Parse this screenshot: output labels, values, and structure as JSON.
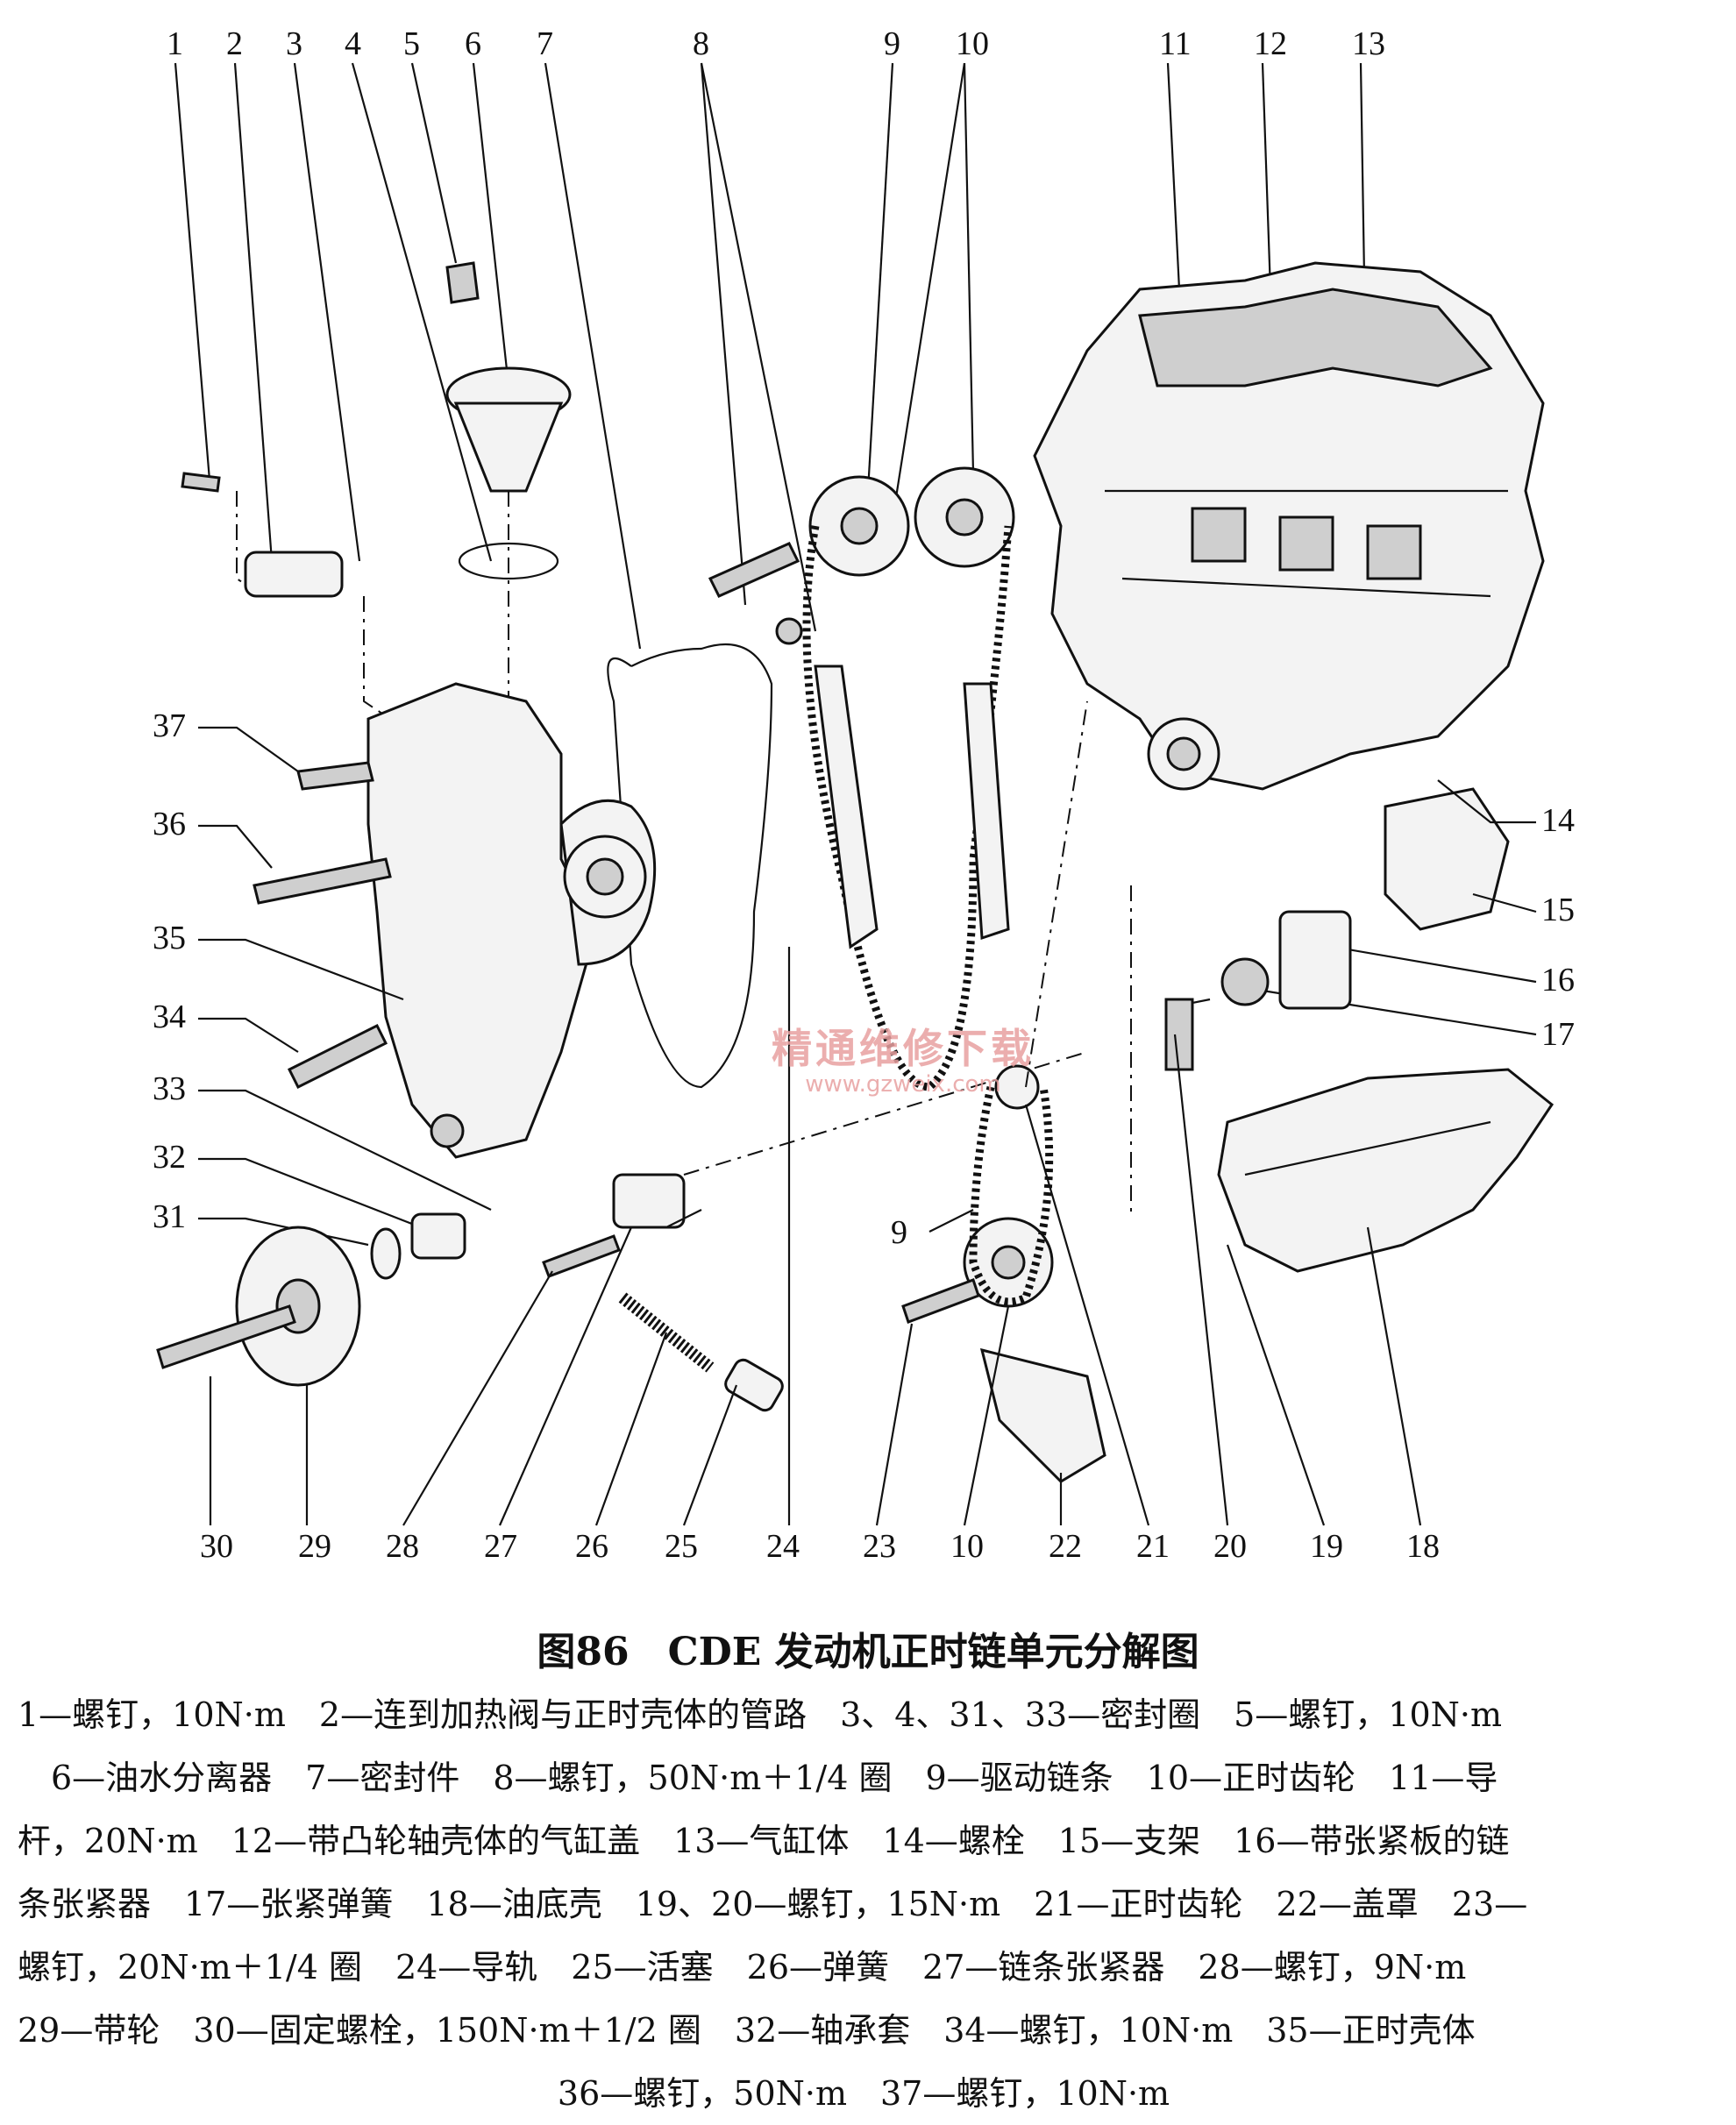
{
  "figure": {
    "callouts_top": [
      "1",
      "2",
      "3",
      "4",
      "5",
      "6",
      "7",
      "8",
      "9",
      "10",
      "11",
      "12",
      "13"
    ],
    "callouts_bottom": [
      "30",
      "29",
      "28",
      "27",
      "26",
      "25",
      "24",
      "23",
      "10",
      "22",
      "21",
      "20",
      "19",
      "18"
    ],
    "callouts_left": [
      "37",
      "36",
      "35",
      "34",
      "33",
      "32",
      "31"
    ],
    "callouts_right": [
      "14",
      "15",
      "16",
      "17"
    ],
    "callout_mid": "9",
    "watermark": "精通维修下载",
    "watermark_url": "www.gzweix.com"
  },
  "caption": "图86　CDE 发动机正时链单元分解图",
  "legend_lines": [
    "1—螺钉，10N·m　2—连到加热阀与正时壳体的管路　3、4、31、33—密封圈　5—螺钉，10N·m",
    "　6—油水分离器　7—密封件　8—螺钉，50N·m＋1/4 圈　9—驱动链条　10—正时齿轮　11—导",
    "杆，20N·m　12—带凸轮轴壳体的气缸盖　13—气缸体　14—螺栓　15—支架　16—带张紧板的链",
    "条张紧器　17—张紧弹簧　18—油底壳　19、20—螺钉，15N·m　21—正时齿轮　22—盖罩　23—",
    "螺钉，20N·m＋1/4 圈　24—导轨　25—活塞　26—弹簧　27—链条张紧器　28—螺钉，9N·m",
    "29—带轮　30—固定螺栓，150N·m＋1/2 圈　32—轴承套　34—螺钉，10N·m　35—正时壳体",
    "36—螺钉，50N·m　37—螺钉，10N·m"
  ]
}
